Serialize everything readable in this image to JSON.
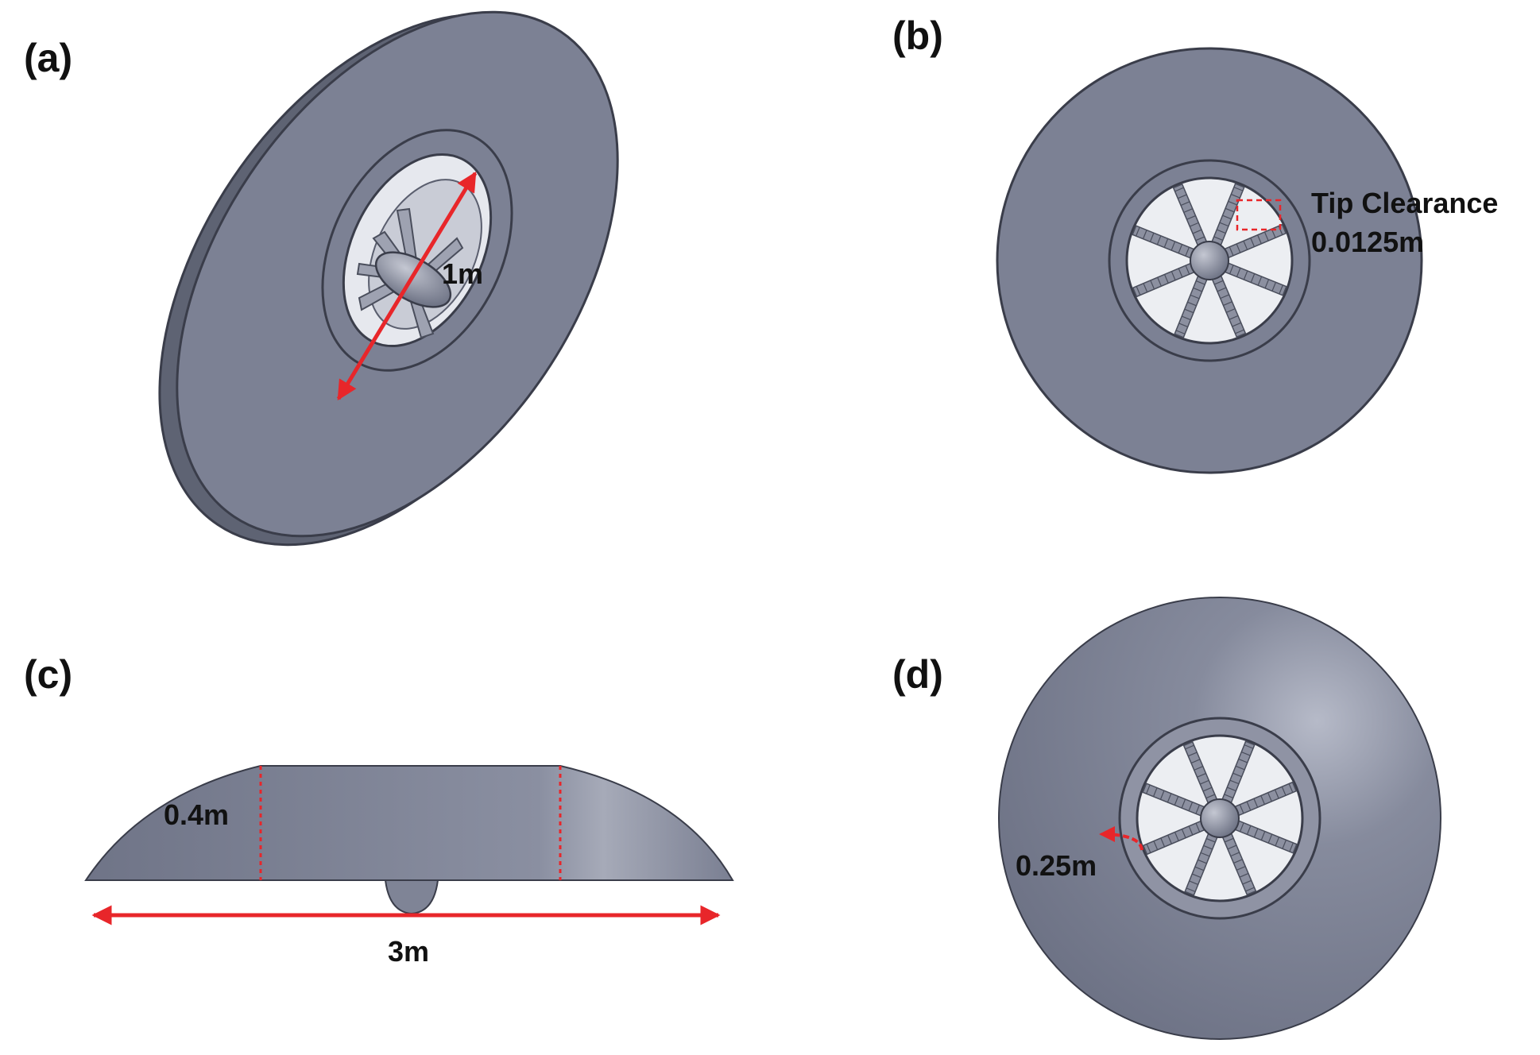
{
  "colors": {
    "body_fill": "#7c8194",
    "body_edge": "#3a3d4a",
    "duct_fill": "#eceef2",
    "blade_fill": "#8c90a0",
    "hub_fill": "#8a8e9e",
    "annotation": "#e8262a",
    "label_text": "#111111"
  },
  "panels": {
    "a": {
      "label": "(a)",
      "diameter_label": "1m"
    },
    "b": {
      "label": "(b)",
      "clearance_title": "Tip Clearance",
      "clearance_value": "0.0125m"
    },
    "c": {
      "label": "(c)",
      "height_label": "0.4m",
      "width_label": "3m"
    },
    "d": {
      "label": "(d)",
      "radius_label": "0.25m"
    }
  }
}
